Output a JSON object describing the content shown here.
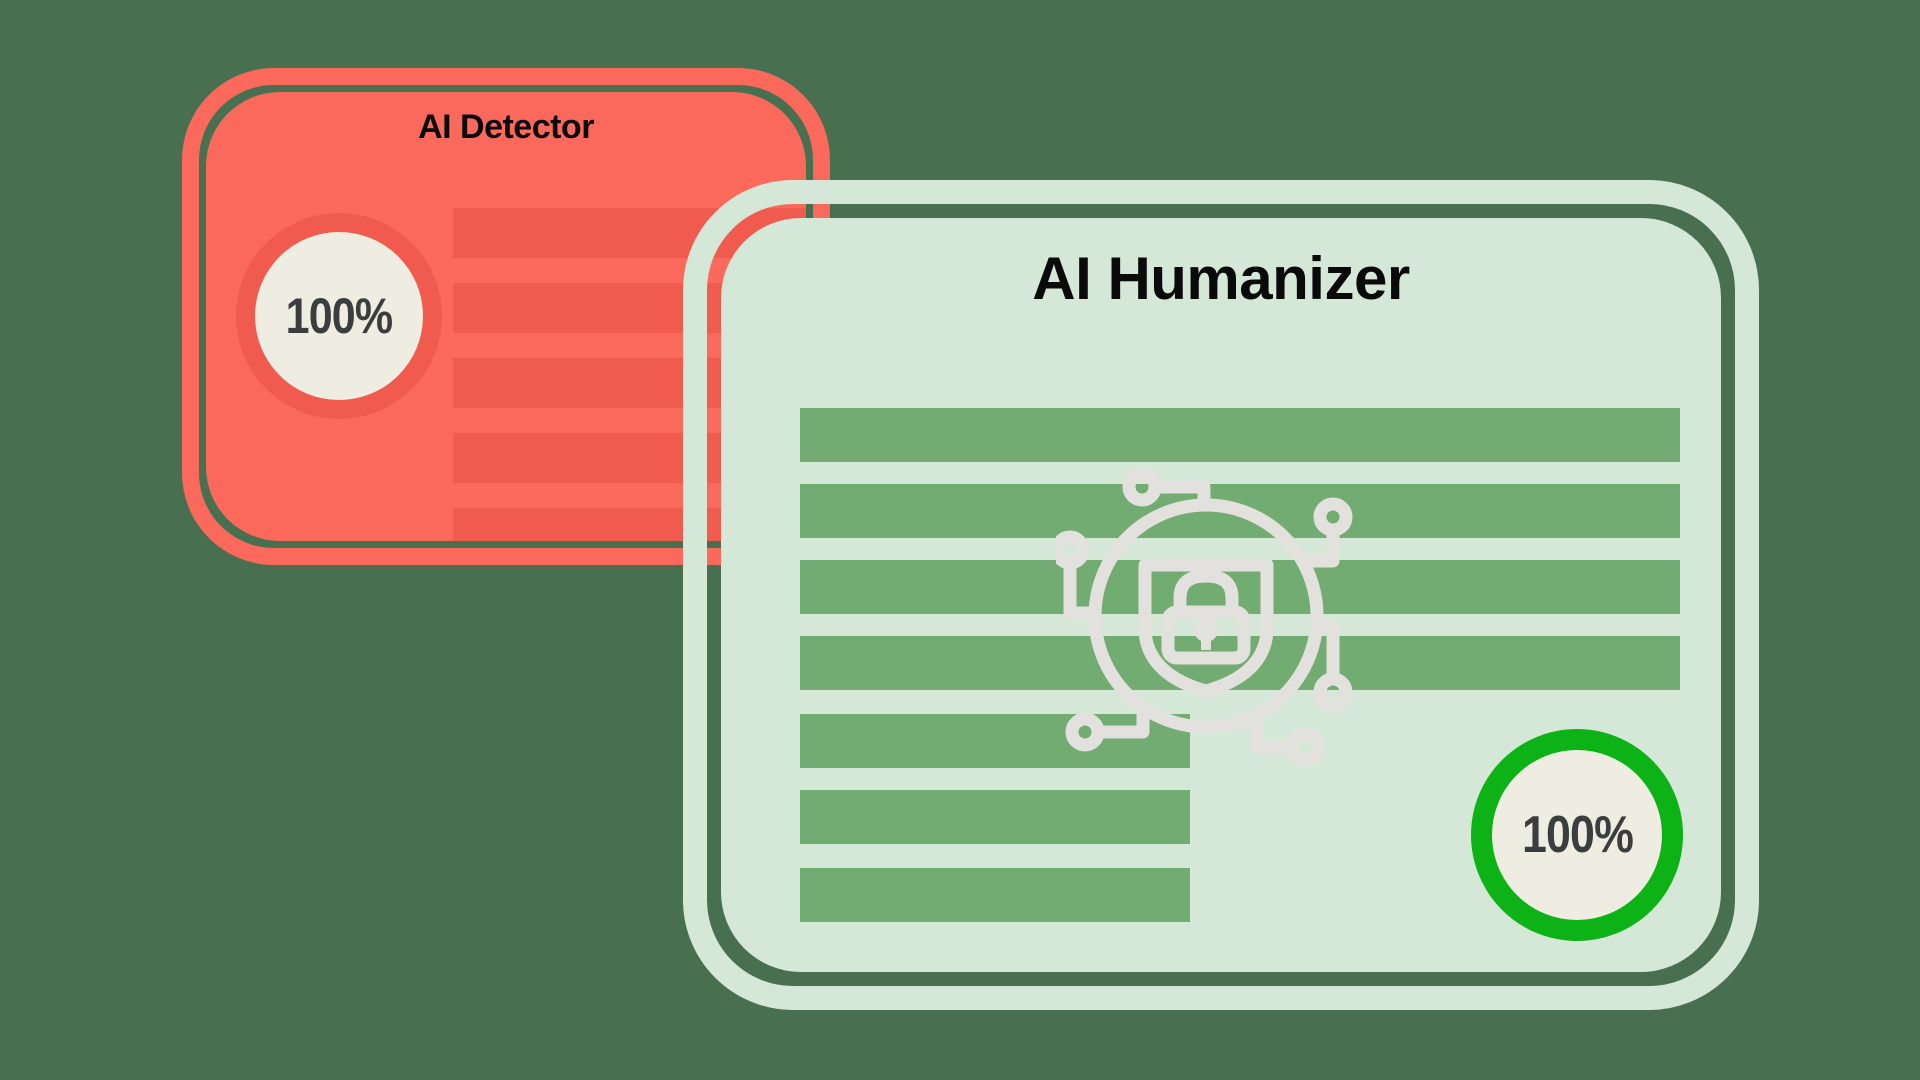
{
  "canvas": {
    "background_color": "#487050"
  },
  "detector_card": {
    "title": "AI Detector",
    "card_color": "#FB695C",
    "skeleton_line_color": "#F15A4F",
    "skeleton_lines": 5,
    "badge": {
      "value": "100%",
      "bg": "#EFEDE2",
      "text_color": "#3A3E3E",
      "ring_color": "#F15A4F"
    }
  },
  "humanizer_card": {
    "title": "AI Humanizer",
    "card_color": "#D5E7D7",
    "skeleton_line_color": "#73AC73",
    "skeleton_lines_full": 4,
    "skeleton_lines_short": 3,
    "icon": "circuit-shield-lock-icon",
    "icon_color": "#E2E1DE",
    "badge": {
      "value": "100%",
      "bg": "#EFEDE2",
      "text_color": "#3A3E3E",
      "ring_color": "#0DB216"
    }
  }
}
